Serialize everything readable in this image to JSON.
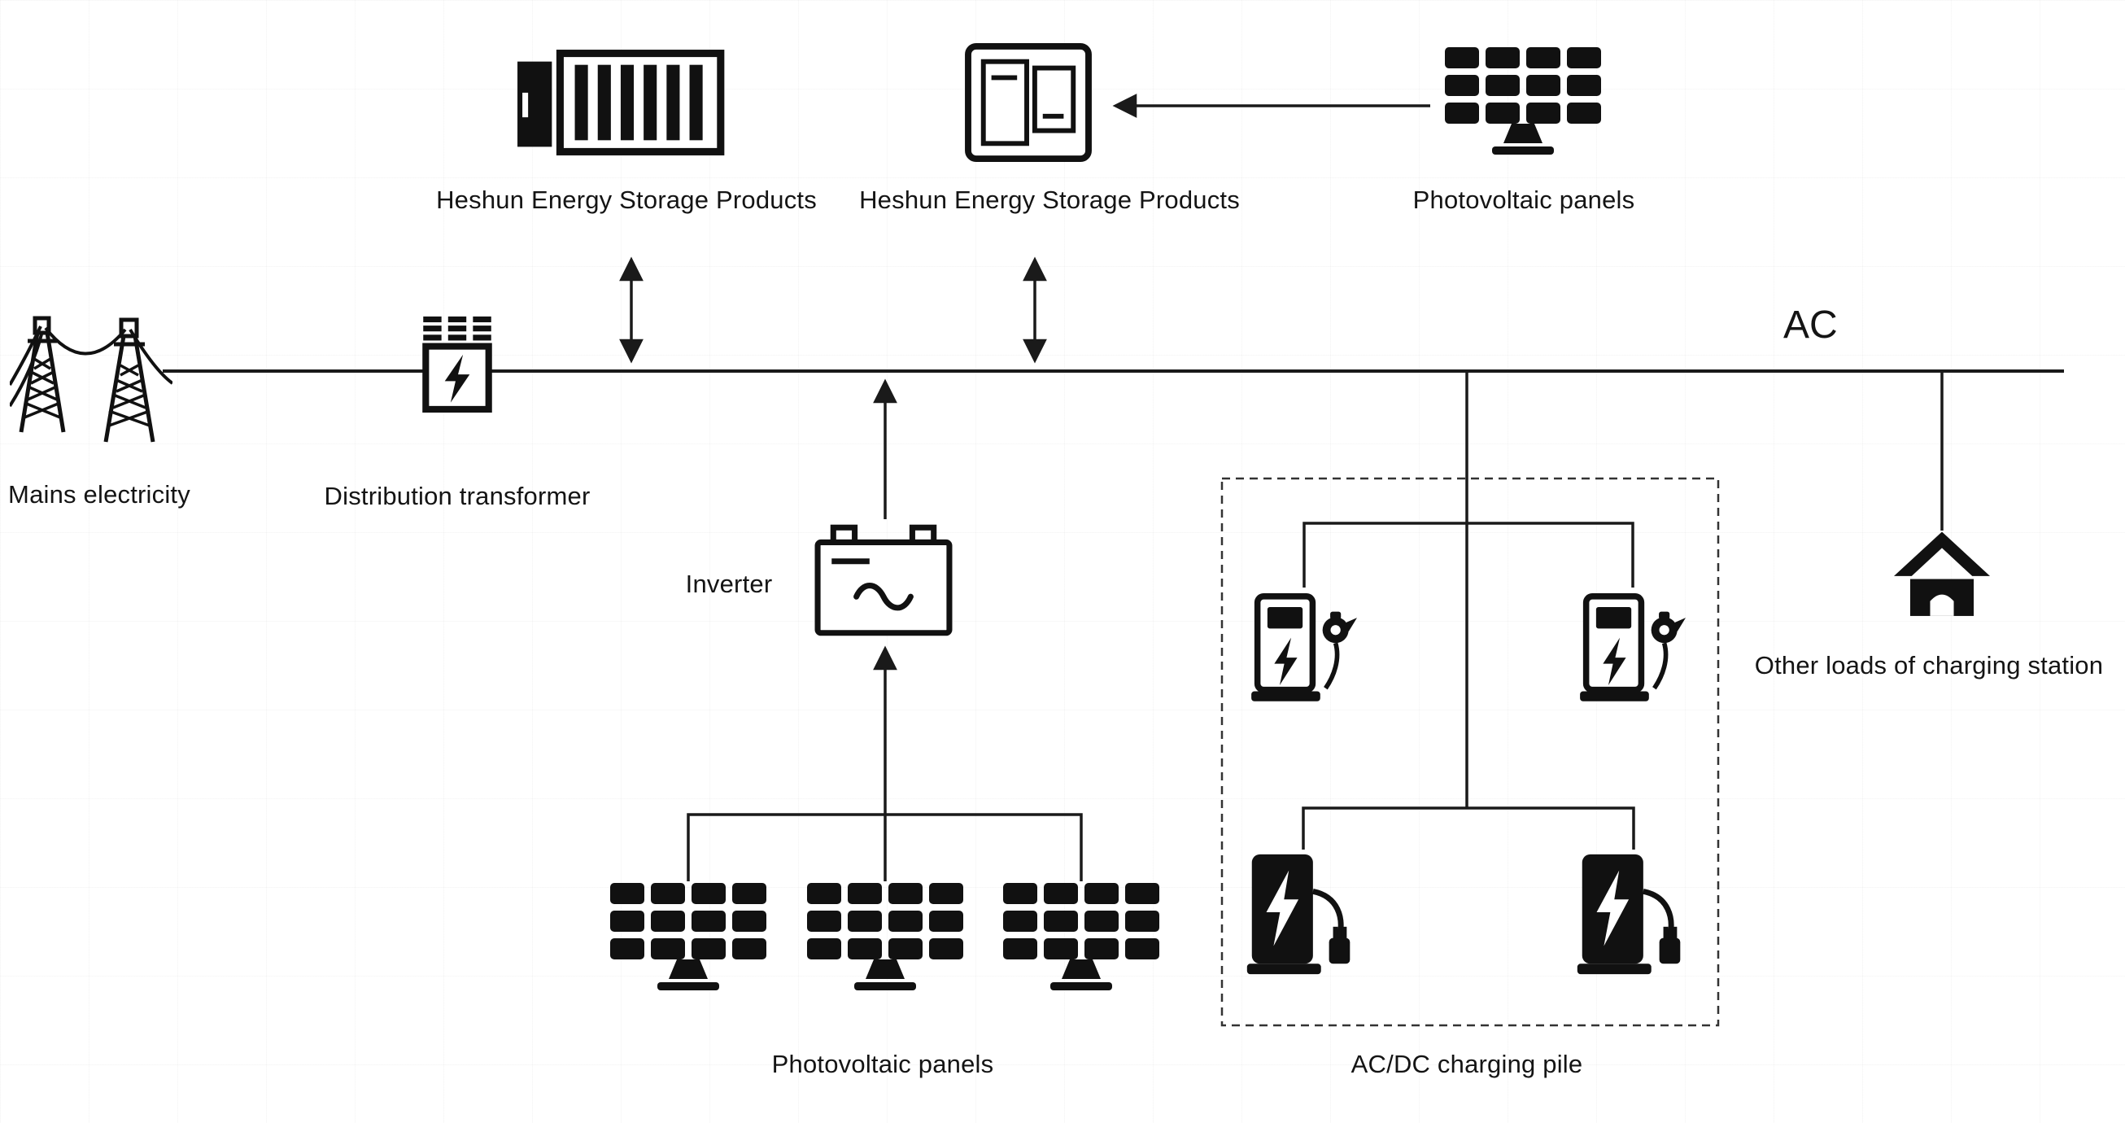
{
  "diagram": {
    "ac_bus_label": "AC",
    "nodes": {
      "storage_container": {
        "label": "Heshun Energy Storage Products",
        "icon": "battery-container-icon"
      },
      "storage_cabinet": {
        "label": "Heshun Energy Storage Products",
        "icon": "storage-cabinet-icon"
      },
      "pv_top": {
        "label": "Photovoltaic panels",
        "icon": "solar-panel-icon"
      },
      "mains": {
        "label": "Mains electricity",
        "icon": "transmission-tower-icon"
      },
      "transformer": {
        "label": "Distribution transformer",
        "icon": "transformer-icon"
      },
      "inverter": {
        "label": "Inverter",
        "icon": "inverter-icon"
      },
      "pv_bottom": {
        "label": "Photovoltaic panels",
        "icon": "solar-panel-icon"
      },
      "charging_group": {
        "label": "AC/DC charging pile",
        "icons": [
          "ac-charging-pile-icon",
          "ac-charging-pile-icon",
          "dc-charging-pile-icon",
          "dc-charging-pile-icon"
        ]
      },
      "other_loads": {
        "label": "Other loads of charging station",
        "icon": "house-icon"
      }
    },
    "colors": {
      "ink": "#141414",
      "line": "#1a1a1a",
      "background": "#ffffff"
    }
  }
}
